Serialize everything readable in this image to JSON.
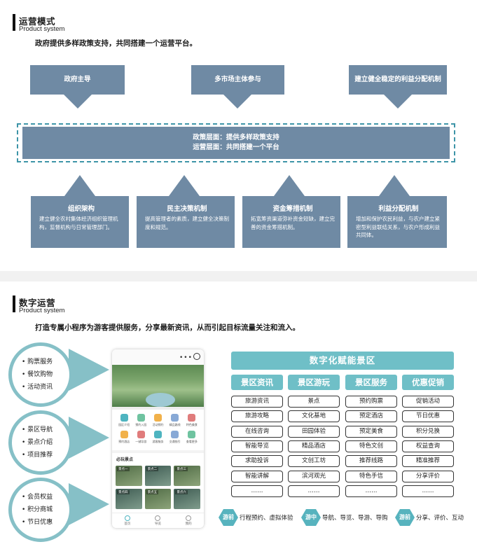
{
  "section1": {
    "title": "运营模式",
    "subtitle": "Product system",
    "lead": "政府提供多样政策支持，共同搭建一个运营平台。",
    "top_boxes": [
      "政府主导",
      "多市场主体参与",
      "建立健全稳定的利益分配机制"
    ],
    "policy_line1": "政策层面：提供多样政策支持",
    "policy_line2": "运营层面：共同搭建一个平台",
    "bottom_boxes": [
      {
        "title": "组织架构",
        "desc": "建立健全农村集体经济组织管理机构，监督机构与日常管理部门。"
      },
      {
        "title": "民主决策机制",
        "desc": "提高管理者的素质，建立健全决策制度和规范。"
      },
      {
        "title": "资金筹措机制",
        "desc": "拓宽筹资渠道弥补资金短缺，建立完善的资金筹措机制。"
      },
      {
        "title": "利益分配机制",
        "desc": "增加和保护农民利益，与农户建立紧密型利益联结关系，与农户形成利益共同体。"
      }
    ]
  },
  "section2": {
    "title": "数字运营",
    "subtitle": "Product system",
    "lead": "打造专属小程序为游客提供服务，分享最新资讯，从而引起目标流量关注和流入。",
    "circles": [
      [
        "购票服务",
        "餐饮购物",
        "活动资讯"
      ],
      [
        "景区导航",
        "景点介绍",
        "项目推荐"
      ],
      [
        "会员权益",
        "积分商城",
        "节日优惠"
      ]
    ],
    "phone": {
      "icons": [
        "园区介绍",
        "预约入园",
        "活动预约",
        "精品路线",
        "特色美食",
        "预约酒店",
        "一键导游",
        "游客服务",
        "交通指引",
        "查看更多"
      ],
      "section_label": "必玩景点",
      "thumbs": [
        "景点一",
        "景点二",
        "景点三",
        "景点四",
        "景点五",
        "景点六"
      ],
      "nav": [
        "首页",
        "导览",
        "我的"
      ]
    },
    "zone_title": "数字化赋能景区",
    "columns": [
      {
        "head": "景区资讯",
        "items": [
          "旅游资讯",
          "旅游攻略",
          "在线咨询",
          "智能导览",
          "求助投诉",
          "智能讲解",
          "……"
        ]
      },
      {
        "head": "景区游玩",
        "items": [
          "景点",
          "文化基地",
          "田园体验",
          "精品酒店",
          "文创工坊",
          "滨河观光",
          "……"
        ]
      },
      {
        "head": "景区服务",
        "items": [
          "预约购票",
          "预定酒店",
          "预定美食",
          "特色文创",
          "推荐线路",
          "特色手信",
          "……"
        ]
      },
      {
        "head": "优惠促销",
        "items": [
          "促销活动",
          "节日优惠",
          "积分兑换",
          "权益查询",
          "精准推荐",
          "分享评价",
          "……"
        ]
      }
    ],
    "stages": [
      {
        "badge": "游前",
        "text": "行程预约、虚拟体验"
      },
      {
        "badge": "游中",
        "text": "导航、导览、导游、导购"
      },
      {
        "badge": "游前",
        "text": "分享、评价、互动"
      }
    ]
  }
}
